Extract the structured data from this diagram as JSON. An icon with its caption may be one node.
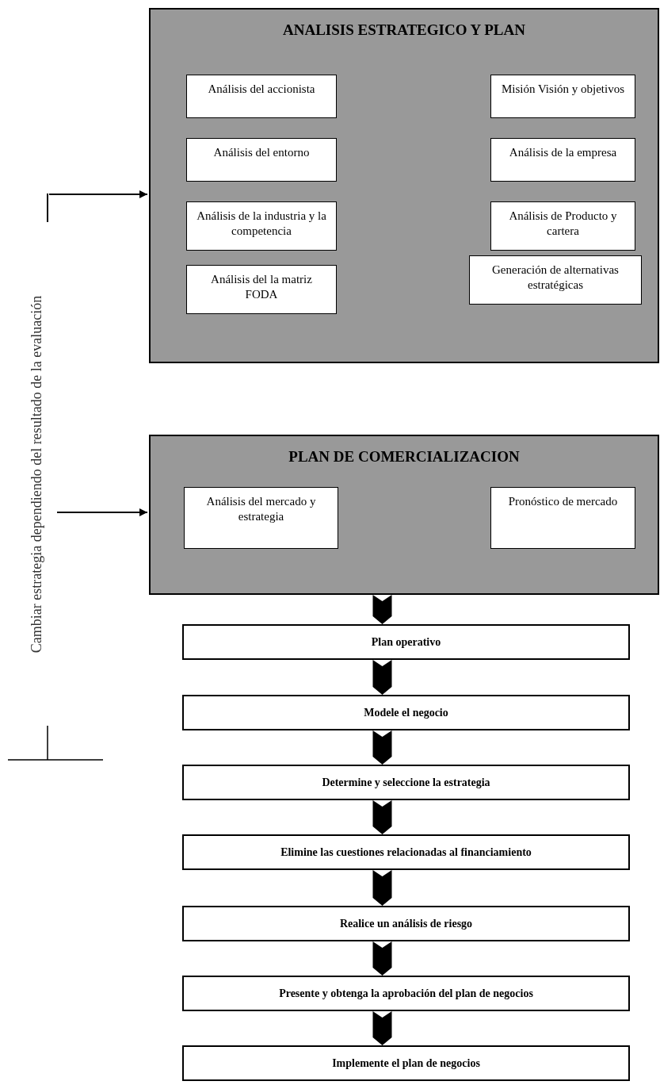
{
  "diagram": {
    "nodes": [
      {
        "text": [
          "ANALISIS ESTRATEGICO Y PLAN"
        ]
      },
      {
        "text": [
          "Análisis del accionista"
        ],
        "in": 0
      },
      {
        "text": [
          "Misión Visión y objetivos"
        ],
        "in": 0
      },
      {
        "text": [
          "Análisis del entorno"
        ],
        "in": 0
      },
      {
        "text": [
          "Análisis de la empresa"
        ],
        "in": 0
      },
      {
        "text": [
          "Análisis de la industria y la competencia"
        ],
        "in": 0
      },
      {
        "text": [
          "Análisis de Producto y cartera"
        ],
        "in": 0
      },
      {
        "text": [
          "Análisis del la matriz FODA"
        ],
        "in": 0
      },
      {
        "text": [
          "Generación de alternativas estratégicas"
        ],
        "in": 0
      },
      {
        "text": [
          "PLAN DE COMERCIALIZACION"
        ]
      },
      {
        "text": [
          "Análisis del mercado y estrategia"
        ],
        "in": 9
      },
      {
        "text": [
          "Pronóstico de mercado"
        ],
        "in": 9
      },
      {
        "text": [
          "Plan operativo"
        ]
      },
      {
        "text": [
          "Modele el negocio"
        ]
      },
      {
        "text": [
          "Determine y seleccione la estrategia"
        ]
      },
      {
        "text": [
          "Elimine las cuestiones relacionadas al financiamiento"
        ]
      },
      {
        "text": [
          "Realice un análisis de riesgo"
        ]
      },
      {
        "text": [
          "Presente y obtenga la aprobación del plan de negocios"
        ]
      },
      {
        "text": [
          "Implemente el plan de negocios"
        ]
      }
    ],
    "edges": [
      {
        "from": null,
        "to": 0,
        "arrow": "to"
      },
      {
        "from": null,
        "to": 9,
        "arrow": "to"
      },
      {
        "from": 9,
        "to": 12,
        "arrow": "to",
        "style": "thick"
      },
      {
        "from": 12,
        "to": 13,
        "arrow": "to",
        "style": "thick"
      },
      {
        "from": 13,
        "to": 14,
        "arrow": "to",
        "style": "thick"
      },
      {
        "from": 14,
        "to": 15,
        "arrow": "to",
        "style": "thick"
      },
      {
        "from": 15,
        "to": 16,
        "arrow": "to",
        "style": "thick"
      },
      {
        "from": 16,
        "to": 17,
        "arrow": "to",
        "style": "thick"
      },
      {
        "from": 17,
        "to": 18,
        "arrow": "to",
        "style": "thick"
      }
    ],
    "labels": [
      "Cambiar estrategia dependiendo del resultado de la evaluación"
    ]
  }
}
